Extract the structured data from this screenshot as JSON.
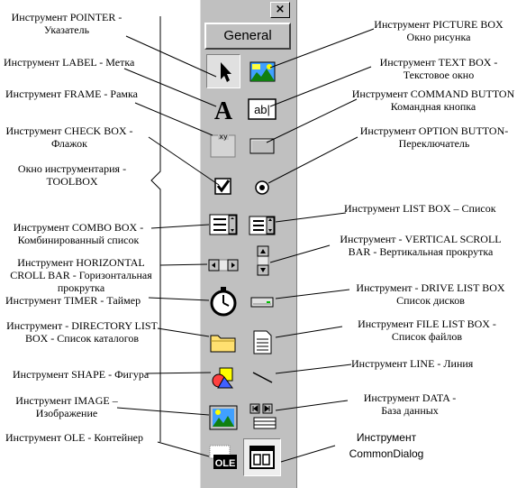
{
  "toolbox": {
    "close_label": "×",
    "tab_label": "General"
  },
  "labels": {
    "pointer": [
      "Инструмент POINTER -",
      "Указатель"
    ],
    "label": [
      "Инструмент LABEL - Метка"
    ],
    "frame": [
      "Инструмент FRAME - Рамка"
    ],
    "checkbox": [
      "Инструмент CHECK BOX -",
      "Флажок"
    ],
    "toolbox_window": [
      "Окно инструментария -",
      "TOOLBOX"
    ],
    "combobox": [
      "Инструмент COMBO BOX -",
      "Комбинированный список"
    ],
    "hscroll": [
      "Инструмент HORIZONTAL",
      "CROLL BAR - Горизонтальная",
      "прокрутка"
    ],
    "timer": [
      "Инструмент TIMER - Таймер"
    ],
    "dirlist": [
      "Инструмент - DIRECTORY LIST",
      "BOX - Список каталогов"
    ],
    "shape": [
      "Инструмент  SHAPE - Фигура"
    ],
    "image": [
      "Инструмент IMAGE –",
      "Изображение"
    ],
    "ole": [
      "Инструмент  OLE - Контейнер"
    ],
    "picturebox": [
      "Инструмент PICTURE BOX",
      "Окно рисунка"
    ],
    "textbox": [
      "Инструмент TEXT BOX -",
      "Текстовое окно"
    ],
    "commandbutton": [
      "Инструмент COMMAND BUTTON",
      "Командная кнопка"
    ],
    "optionbutton": [
      "Инструмент OPTION BUTTON-",
      "Переключатель"
    ],
    "listbox": [
      "Инструмент LIST BOX – Список"
    ],
    "vscroll": [
      "Инструмент - VERTICAL SCROLL",
      "BAR - Вертикальная прокрутка"
    ],
    "drivelist": [
      "Инструмент - DRIVE LIST BOX",
      "Список дисков"
    ],
    "filelist": [
      "Инструмент FILE LIST BOX -",
      "Список файлов"
    ],
    "line": [
      "Инструмент LINE - Линия"
    ],
    "data": [
      "Инструмент  DATA -",
      "База данных"
    ],
    "commondialog": [
      "Инструмент",
      "CommonDialog"
    ]
  },
  "icons": {
    "label_glyph": "A",
    "textbox_glyph": "ab|",
    "frame_glyph": "xy",
    "ole_glyph": "OLE"
  }
}
